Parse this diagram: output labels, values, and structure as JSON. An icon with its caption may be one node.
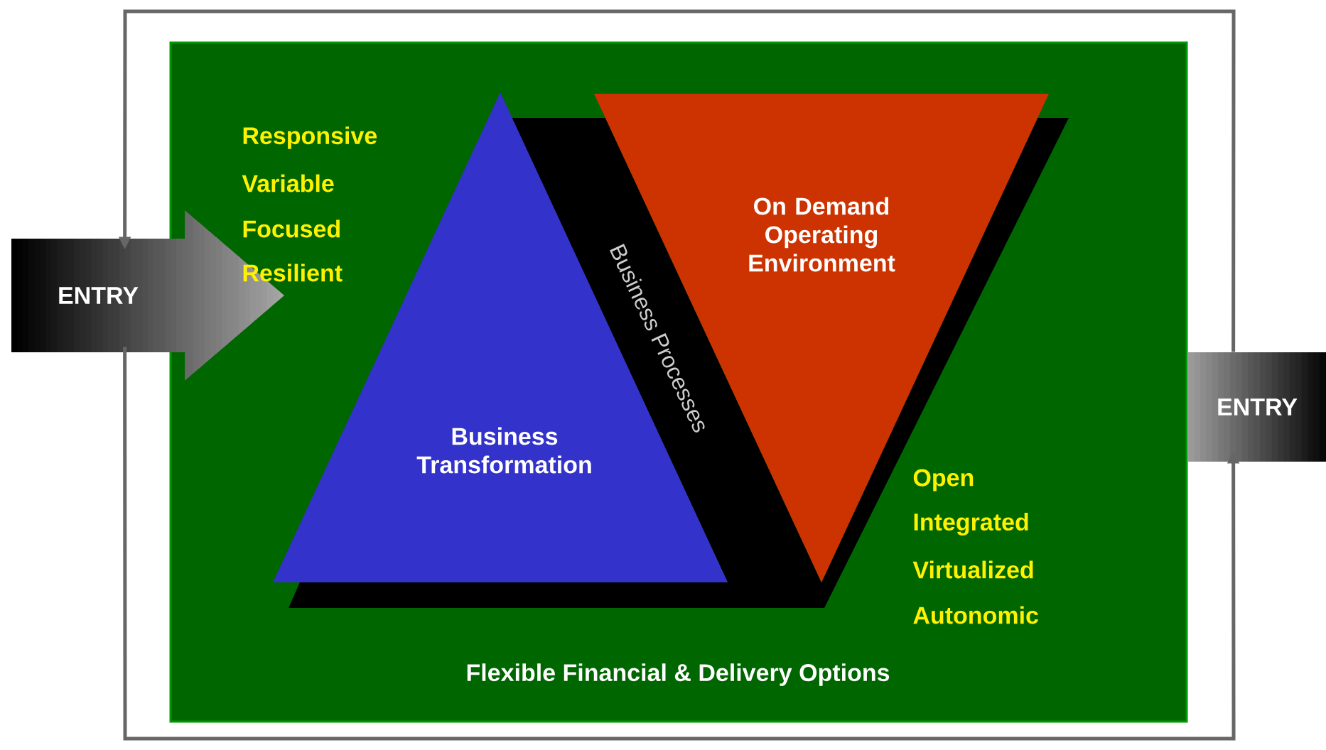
{
  "diagram": {
    "nodes": [
      {
        "text": [
          "Flexible Financial & Delivery Options"
        ]
      },
      {
        "text": [
          "ENTRY"
        ]
      },
      {
        "text": [
          "Business Transformation"
        ],
        "in": 0
      },
      {
        "text": [
          "On Demand Operating Environment"
        ],
        "in": 0
      },
      {
        "text": [
          "Business Processes"
        ],
        "in": 0
      },
      {
        "text": [
          "ENTRY"
        ]
      }
    ],
    "edges": [
      {
        "from": 1,
        "to": 5,
        "arrow": "to"
      },
      {
        "from": 5,
        "to": 1,
        "arrow": "to"
      }
    ],
    "labels": [
      "Responsive",
      "Variable",
      "Focused",
      "Resilient",
      "Open",
      "Integrated",
      "Virtualized",
      "Autonomic"
    ]
  }
}
